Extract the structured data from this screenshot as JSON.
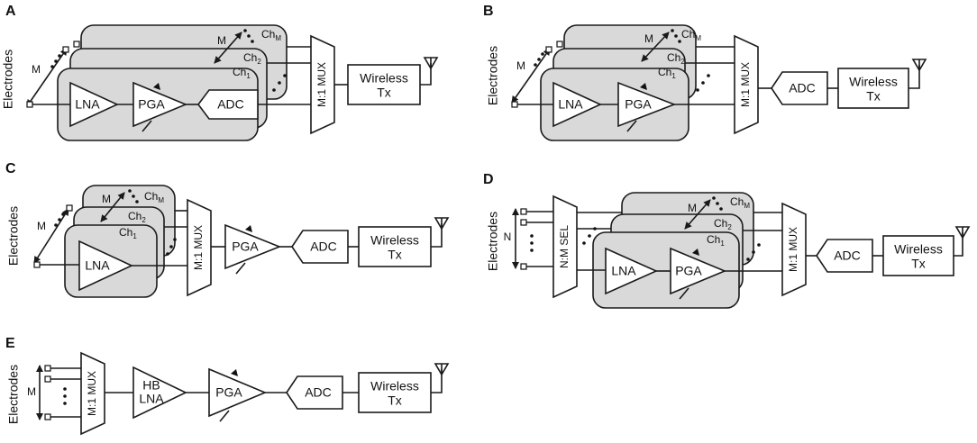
{
  "panels": {
    "a": {
      "label": "A"
    },
    "b": {
      "label": "B"
    },
    "c": {
      "label": "C"
    },
    "d": {
      "label": "D"
    },
    "e": {
      "label": "E"
    }
  },
  "labels": {
    "electrodes": "Electrodes",
    "lna": "LNA",
    "pga": "PGA",
    "adc": "ADC",
    "wireless_line1": "Wireless",
    "wireless_line2": "Tx",
    "mux": "M:1 MUX",
    "sel": "N:M SEL",
    "hb_line1": "HB",
    "hb_line2": "LNA",
    "m": "M",
    "n": "N",
    "ch": "Ch",
    "ch1_sub": "1",
    "ch2_sub": "2",
    "chm_sub": "M"
  }
}
